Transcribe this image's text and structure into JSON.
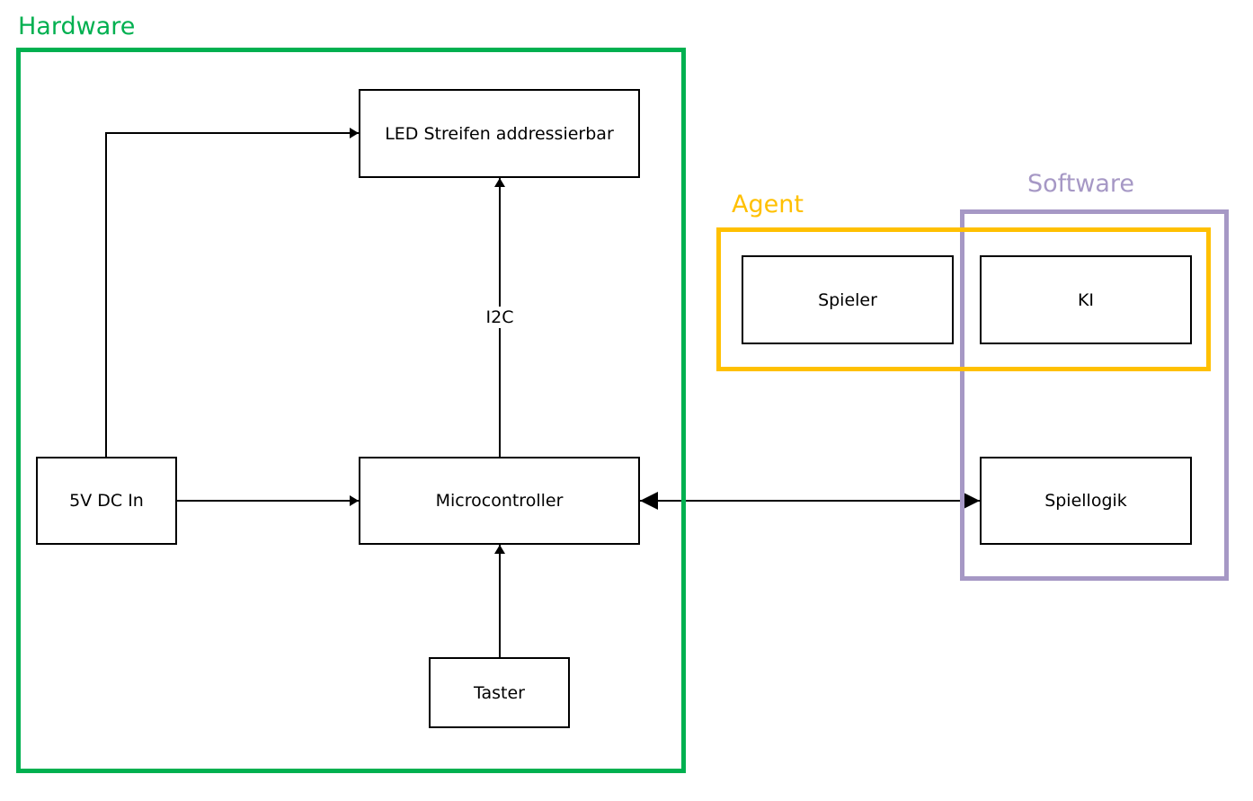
{
  "groups": {
    "hardware": {
      "label": "Hardware",
      "color": "#00b050"
    },
    "agent": {
      "label": "Agent",
      "color": "#ffc000"
    },
    "software": {
      "label": "Software",
      "color": "#a698c5"
    }
  },
  "blocks": {
    "led": "LED Streifen addressierbar",
    "power_in": "5V DC In",
    "microcontroller": "Microcontroller",
    "taster": "Taster",
    "spieler": "Spieler",
    "ki": "KI",
    "spiellogik": "Spiellogik"
  },
  "connections": [
    {
      "from": "5V DC In",
      "to": "LED Streifen addressierbar",
      "label": ""
    },
    {
      "from": "5V DC In",
      "to": "Microcontroller",
      "label": ""
    },
    {
      "from": "Microcontroller",
      "to": "LED Streifen addressierbar",
      "label": "I2C"
    },
    {
      "from": "Taster",
      "to": "Microcontroller",
      "label": ""
    },
    {
      "from": "Microcontroller",
      "to": "Spiellogik",
      "label": "",
      "bidirectional": true
    }
  ],
  "edge_labels": {
    "i2c": "I2C"
  },
  "colors": {
    "line": "#000000",
    "background": "#ffffff"
  }
}
